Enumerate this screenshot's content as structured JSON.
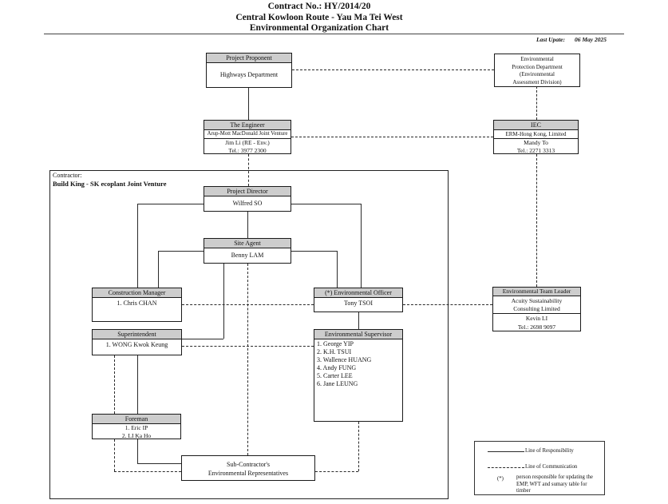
{
  "header": {
    "title_line1": "Contract No.: HY/2014/20",
    "title_line2": "Central Kowloon Route - Yau Ma Tei West",
    "title_line3": "Environmental Organization Chart",
    "last_update_label": "Last Upate:",
    "last_update_value": "06 May 2025"
  },
  "contractor_label": {
    "line1": "Contractor:",
    "line2": "Build King - SK ecoplant Joint Venture"
  },
  "boxes": {
    "project_proponent": {
      "header": "Project Proponent",
      "body": "Highways Department"
    },
    "epd": {
      "lines": [
        "Environmental",
        "Protection Department",
        "(Environmental",
        "Assessment Division)"
      ]
    },
    "engineer": {
      "header": "The Engineer",
      "org": "Arup-Mott MacDonald Joint Venture",
      "contact": "Jim Li (RE - Env.)",
      "tel": "Tel.: 3977 2300"
    },
    "iec": {
      "header": "IEC",
      "org": "ERM-Hong Kong, Limited",
      "contact": "Mandy To",
      "tel": "Tel.: 2271 3313"
    },
    "project_director": {
      "header": "Project Director",
      "body": "Wilfred SO"
    },
    "site_agent": {
      "header": "Site Agent",
      "body": "Benny LAM"
    },
    "construction_manager": {
      "header": "Construction Manager",
      "body": "1. Chris CHAN"
    },
    "superintendent": {
      "header": "Superintendent",
      "body": "1. WONG Kwok Keung"
    },
    "environmental_officer": {
      "header": "(*) Environmental Officer",
      "body": "Tony TSOI"
    },
    "environmental_supervisor": {
      "header": "Environmental Supervisor",
      "names": [
        "1. George YIP",
        "2. K.H. TSUI",
        "3. Wallence HUANG",
        "4. Andy FUNG",
        "5. Carter LEE",
        "6. Jane LEUNG"
      ]
    },
    "environmental_team_leader": {
      "header": "Environmental Team Leader",
      "org_line1": "Acuity Sustainability",
      "org_line2": "Consulting Limited",
      "contact": "Kevin LI",
      "tel": "Tel.: 2698 9097"
    },
    "foreman": {
      "header": "Foreman",
      "names": [
        "1. Eric IP",
        "2. LI Ka Ho"
      ]
    },
    "subcontractor": {
      "line1": "Sub-Contractor's",
      "line2": "Environmental Representatives"
    }
  },
  "legend": {
    "responsibility": "Line of Responsibility",
    "communication": "Line of Communication",
    "asterisk": "(*)",
    "asterisk_note": "person responsible for updating the EMP, WFT and sumary table for timber"
  },
  "colors": {
    "header_fill": "#cdcdcd",
    "line": "#2a2a2a"
  }
}
